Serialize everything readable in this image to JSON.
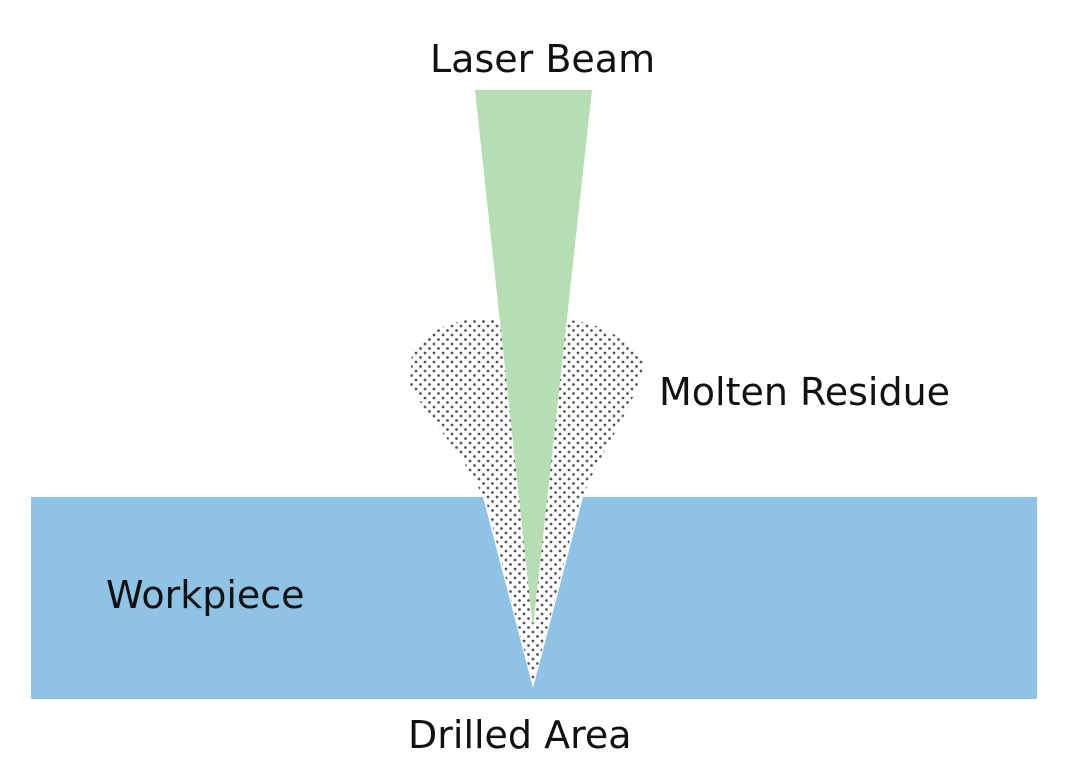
{
  "labels": {
    "laser_beam": "Laser Beam",
    "molten_residue": "Molten Residue",
    "workpiece": "Workpiece",
    "drilled_area": "Drilled Area"
  },
  "colors": {
    "workpiece": "#8ec3e6",
    "laser_beam": "#b6deb2",
    "residue_dots": "#555555",
    "drilled_area": "#ffffff"
  }
}
